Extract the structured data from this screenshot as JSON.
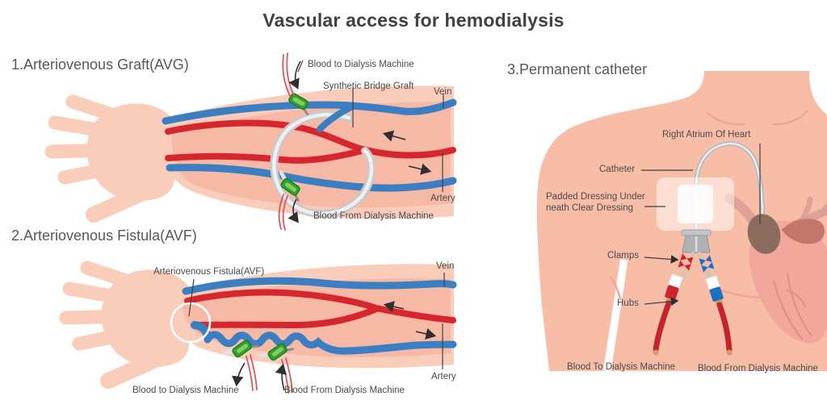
{
  "title": "Vascular access for hemodialysis",
  "sections": {
    "avg": {
      "heading": "1.Arteriovenous Graft(AVG)",
      "labels": {
        "blood_to": "Blood to Dialysis Machine",
        "graft": "Synthetic Bridge Graft",
        "vein": "Vein",
        "artery": "Artery",
        "blood_from": "Blood From Dialysis Machine"
      }
    },
    "avf": {
      "heading": "2.Arteriovenous Fistula(AVF)",
      "labels": {
        "fistula": "Arteriovenous Fistula(AVF)",
        "vein": "Vein",
        "artery": "Artery",
        "blood_to": "Blood to Dialysis Machine",
        "blood_from": "Blood From Dialysis Machine"
      }
    },
    "catheter": {
      "heading": "3.Permanent catheter",
      "labels": {
        "atrium": "Right Atrium Of Heart",
        "catheter": "Catheter",
        "dressing_line1": "Padded Dressing Under",
        "dressing_line2": "neath Clear Dressing",
        "clamps": "Clamps",
        "hubs": "Hubs",
        "blood_to": "Blood To Dialysis Machine",
        "blood_from": "Blood From Dialysis Machine"
      }
    }
  },
  "colors": {
    "skin_light": "#F9CDBA",
    "skin_mid": "#F6B9A6",
    "torso_skin": "#F8BDA7",
    "vein_blue": "#3B7EC1",
    "artery_red": "#D7272E",
    "graft_gray": "#C9C9C9",
    "needle_hub_green": "#2FA12F",
    "clamp_red": "#CE2430",
    "clamp_blue": "#1F6FC0",
    "heart_pink": "#F2A79C",
    "heart_vessel_pink": "#DFA096",
    "atrium_brown": "#8A6C5E",
    "catheter_gray": "#B9BDC0",
    "title_color": "#414042",
    "label_color": "#4A4A4A"
  }
}
